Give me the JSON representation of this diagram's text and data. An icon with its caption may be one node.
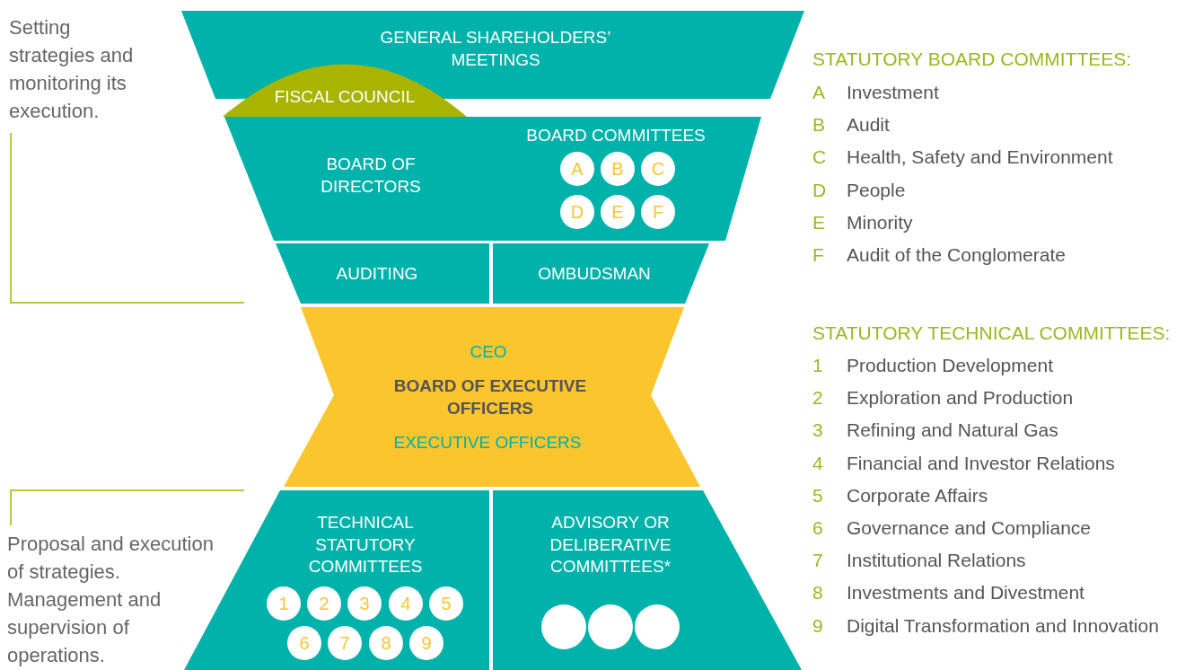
{
  "diagram": {
    "nodes": [
      {
        "text": [
          "GENERAL SHAREHOLDERS’ MEETINGS"
        ]
      },
      {
        "text": [
          "FISCAL COUNCIL"
        ]
      },
      {
        "text": [
          "BOARD OF DIRECTORS",
          "BOARD COMMITTEES"
        ]
      },
      {
        "text": [
          "A"
        ],
        "in": 2
      },
      {
        "text": [
          "B"
        ],
        "in": 2
      },
      {
        "text": [
          "C"
        ],
        "in": 2
      },
      {
        "text": [
          "D"
        ],
        "in": 2
      },
      {
        "text": [
          "E"
        ],
        "in": 2
      },
      {
        "text": [
          "F"
        ],
        "in": 2
      },
      {
        "text": [
          "AUDITING"
        ]
      },
      {
        "text": [
          "OMBUDSMAN"
        ]
      },
      {
        "text": [
          "CEO",
          "BOARD OF EXECUTIVE OFFICERS",
          "EXECUTIVE OFFICERS"
        ]
      },
      {
        "text": [
          "TECHNICAL STATUTORY COMMITTEES"
        ]
      },
      {
        "text": [
          "1"
        ],
        "in": 12
      },
      {
        "text": [
          "2"
        ],
        "in": 12
      },
      {
        "text": [
          "3"
        ],
        "in": 12
      },
      {
        "text": [
          "4"
        ],
        "in": 12
      },
      {
        "text": [
          "5"
        ],
        "in": 12
      },
      {
        "text": [
          "6"
        ],
        "in": 12
      },
      {
        "text": [
          "7"
        ],
        "in": 12
      },
      {
        "text": [
          "8"
        ],
        "in": 12
      },
      {
        "text": [
          "9"
        ],
        "in": 12
      },
      {
        "text": [
          "ADVISORY OR DELIBERATIVE COMMITTEES*"
        ]
      },
      {
        "text": [],
        "shape": "circle",
        "in": 22
      },
      {
        "text": [],
        "shape": "circle",
        "in": 22
      },
      {
        "text": [],
        "shape": "circle",
        "in": 22
      }
    ],
    "edges": [],
    "labels": [
      "Setting strategies and monitoring its execution.",
      "STATUTORY BOARD COMMITTEES:",
      "A",
      "Investment",
      "B",
      "Audit",
      "C",
      "Health, Safety and Environment",
      "D",
      "People",
      "E",
      "Minority",
      "F",
      "Audit of the Conglomerate",
      "STATUTORY TECHNICAL COMMITTEES:",
      "1",
      "Production Development",
      "2",
      "Exploration and Production",
      "3",
      "Refining and Natural Gas",
      "4",
      "Financial and Investor Relations",
      "5",
      "Corporate Affairs",
      "6",
      "Governance and Compliance",
      "7",
      "Institutional Relations",
      "8",
      "Investments and Divestment",
      "9",
      "Digital Transformation and Innovation",
      "Proposal and execution of strategies. Management and supervision of operations."
    ]
  }
}
